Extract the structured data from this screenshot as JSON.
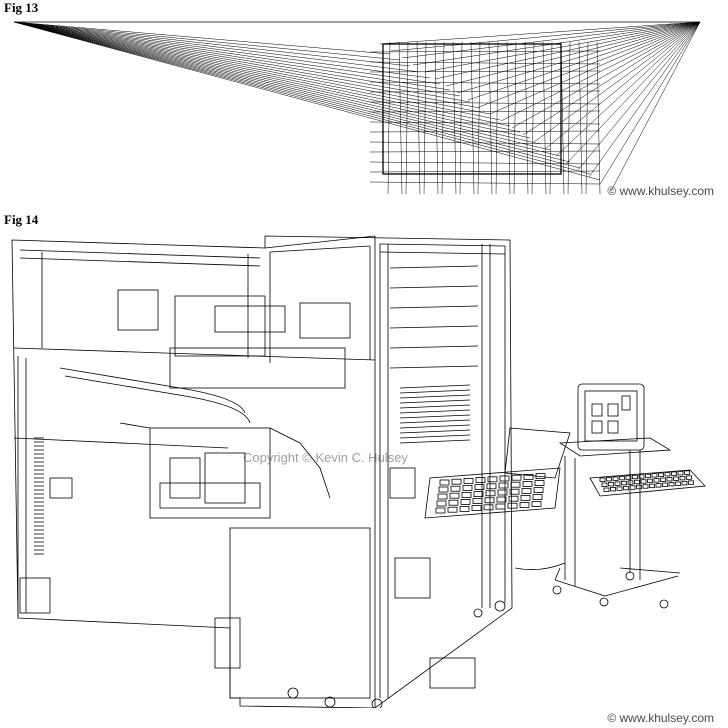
{
  "fig13": {
    "label": "Fig 13",
    "credit": "© www.khulsey.com"
  },
  "fig14": {
    "label": "Fig 14",
    "watermark": "Copyright © Kevin C. Hulsey",
    "credit": "© www.khulsey.com"
  },
  "colors": {
    "line": "#000000",
    "light_line": "#555555",
    "credit_text": "#4a4a4a"
  }
}
